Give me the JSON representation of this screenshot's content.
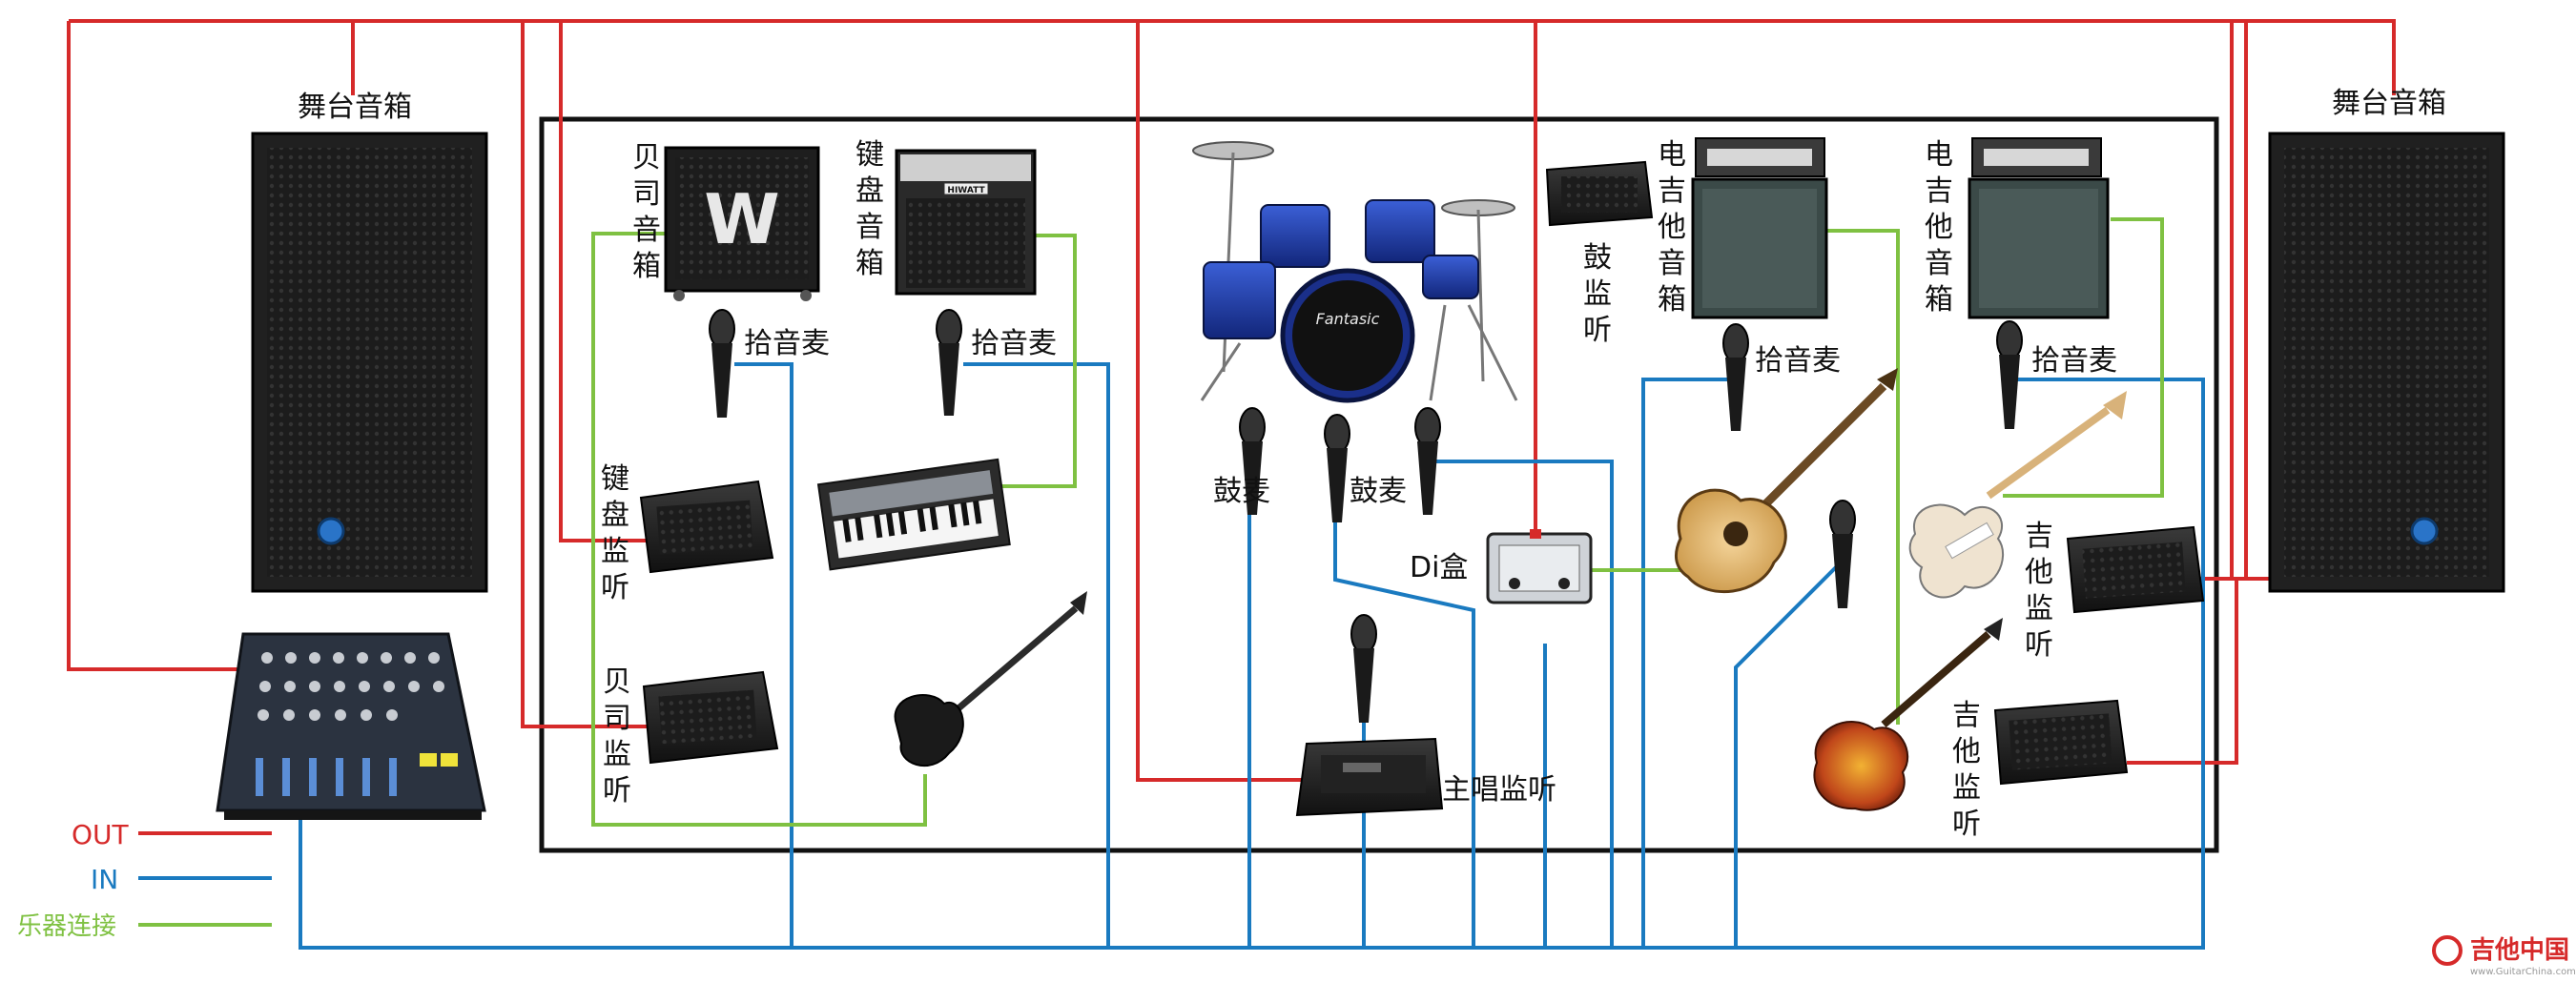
{
  "labels": {
    "main_left": "舞台音箱",
    "main_right": "舞台音箱",
    "bass_amp": "贝司音箱",
    "keyboard_amp": "键盘音箱",
    "pickup_mic_1": "拾音麦",
    "pickup_mic_2": "拾音麦",
    "pickup_mic_3": "拾音麦",
    "pickup_mic_4": "拾音麦",
    "keyboard_monitor": "键盘监听",
    "bass_monitor": "贝司监听",
    "drum_mic_1": "鼓麦",
    "drum_mic_2": "鼓麦",
    "drum_monitor": "鼓监听",
    "di_box": "Di盒",
    "vocal_monitor": "主唱监听",
    "eg_amp_1": "电吉他音箱",
    "eg_amp_2": "电吉他音箱",
    "guitar_monitor_1": "吉他监听",
    "guitar_monitor_2": "吉他监听"
  },
  "legend": {
    "out": "OUT",
    "in": "IN",
    "instrument": "乐器连接"
  },
  "brand": {
    "amp_w": "W",
    "hiwatt": "HIWATT",
    "drum_brand": "Fantasic",
    "watermark": "吉他中国",
    "watermark_url": "www.GuitarChina.com"
  },
  "colors": {
    "out": "#d62a2a",
    "in": "#1a7ac0",
    "instrument": "#7fc142",
    "stage_border": "#111111"
  }
}
